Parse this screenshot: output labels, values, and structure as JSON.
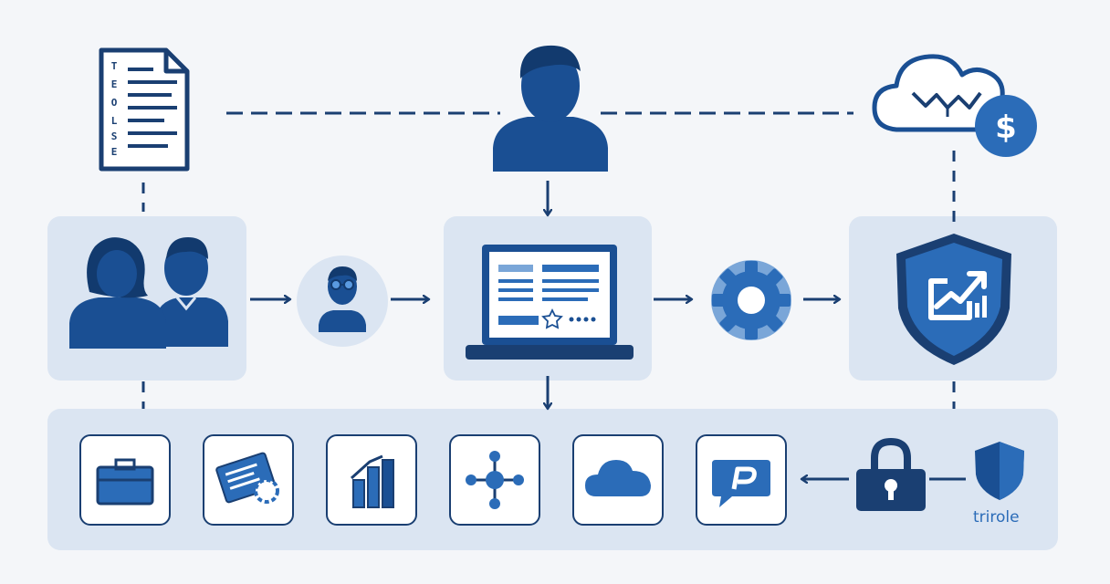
{
  "document": {
    "letters": [
      "T",
      "E",
      "O",
      "L",
      "S",
      "E"
    ]
  },
  "shield_small": {
    "caption": "trirole"
  },
  "icons": [
    "document-icon",
    "person-icon",
    "cloud-dollar-icon",
    "two-people-icon",
    "person-glasses-icon",
    "laptop-icon",
    "gear-icon",
    "shield-chart-icon",
    "briefcase-icon",
    "id-card-icon",
    "bar-chart-icon",
    "network-hub-icon",
    "cloud-icon",
    "chat-bubble-icon",
    "padlock-icon",
    "shield-icon"
  ],
  "colors": {
    "dark": "#1a3f72",
    "mid": "#2b6cb8",
    "light": "#7aa6d8",
    "panel": "#dbe5f2",
    "background": "#f4f6f9"
  }
}
